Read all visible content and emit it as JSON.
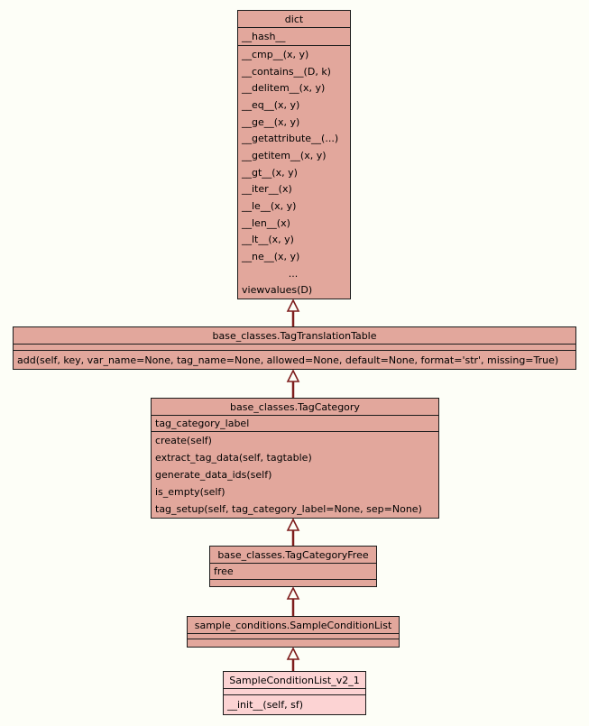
{
  "diagram": {
    "type": "uml-class-inheritance",
    "colors": {
      "bg": "#fdfef7",
      "fill": "#e2a79c",
      "fill_light": "#fcd3d3",
      "border": "#1c1c1c",
      "arrow": "#7e1d1d"
    },
    "inheritance_edges": [
      {
        "from": "base_classes.TagTranslationTable",
        "to": "dict"
      },
      {
        "from": "base_classes.TagCategory",
        "to": "base_classes.TagTranslationTable"
      },
      {
        "from": "base_classes.TagCategoryFree",
        "to": "base_classes.TagCategory"
      },
      {
        "from": "sample_conditions.SampleConditionList",
        "to": "base_classes.TagCategoryFree"
      },
      {
        "from": "SampleConditionList_v2_1",
        "to": "sample_conditions.SampleConditionList"
      }
    ]
  },
  "classes": [
    {
      "title": "dict",
      "attributes": [
        "__hash__"
      ],
      "methods": [
        "__cmp__(x, y)",
        "__contains__(D, k)",
        "__delitem__(x, y)",
        "__eq__(x, y)",
        "__ge__(x, y)",
        "__getattribute__(...)",
        "__getitem__(x, y)",
        "__gt__(x, y)",
        "__iter__(x)",
        "__le__(x, y)",
        "__len__(x)",
        "__lt__(x, y)",
        "__ne__(x, y)",
        "...",
        "viewvalues(D)"
      ]
    },
    {
      "title": "base_classes.TagTranslationTable",
      "attributes": [],
      "methods": [
        "add(self, key, var_name=None, tag_name=None, allowed=None, default=None, format='str', missing=True)"
      ]
    },
    {
      "title": "base_classes.TagCategory",
      "attributes": [
        "tag_category_label"
      ],
      "methods": [
        "create(self)",
        "extract_tag_data(self, tagtable)",
        "generate_data_ids(self)",
        "is_empty(self)",
        "tag_setup(self, tag_category_label=None, sep=None)"
      ]
    },
    {
      "title": "base_classes.TagCategoryFree",
      "attributes": [
        "free"
      ],
      "methods": []
    },
    {
      "title": "sample_conditions.SampleConditionList",
      "attributes": [],
      "methods": []
    },
    {
      "title": "SampleConditionList_v2_1",
      "attributes": [],
      "methods": [
        "__init__(self, sf)"
      ]
    }
  ]
}
